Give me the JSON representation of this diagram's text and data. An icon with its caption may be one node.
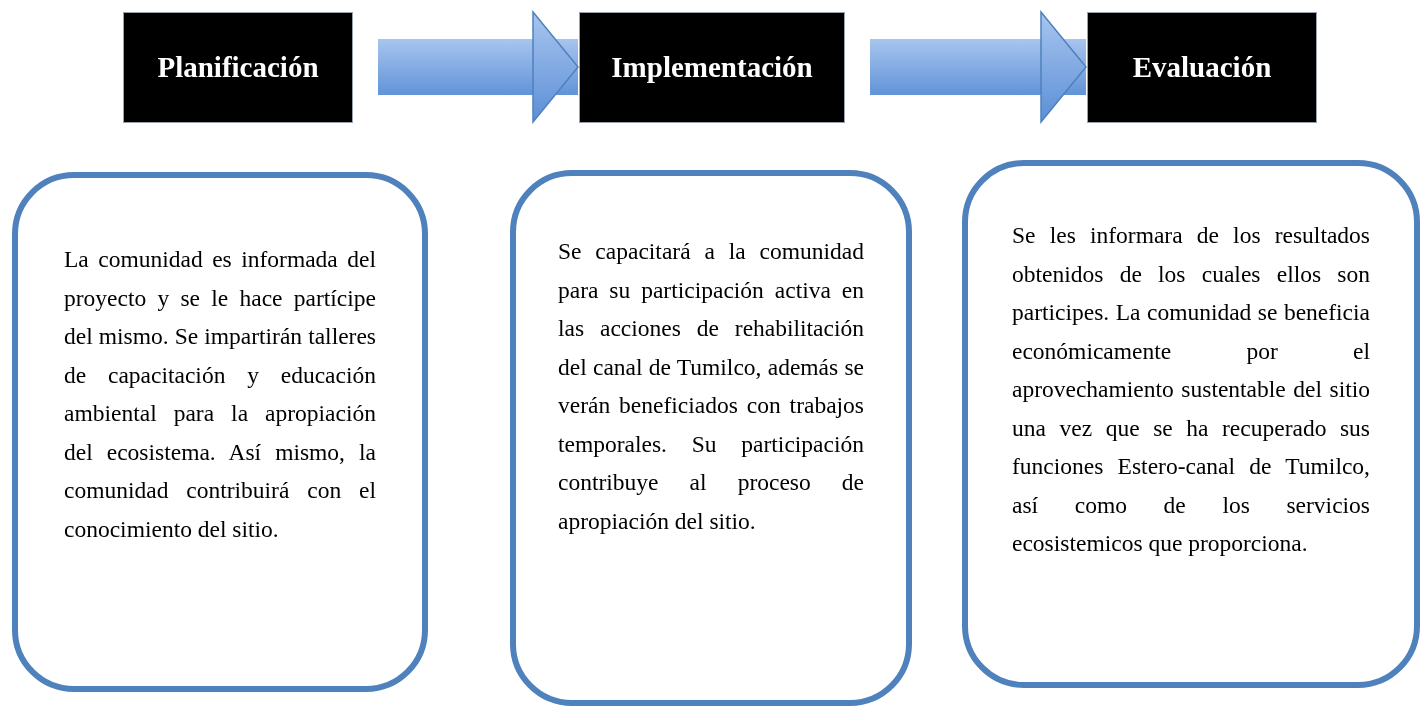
{
  "diagram": {
    "nodes": [
      {
        "text": [
          "Planificación"
        ]
      },
      {
        "text": [
          "Implementación"
        ]
      },
      {
        "text": [
          "Evaluación"
        ]
      },
      {
        "text": [
          "La comunidad es informada del proyecto y se le hace partícipe del mismo. Se impartirán talleres de capacitación y educación ambiental para la apropiación del ecosistema. Así mismo, la comunidad contribuirá con el conocimiento del sitio."
        ]
      },
      {
        "text": [
          "Se capacitará a la comunidad para su participación activa en las acciones de rehabilitación del canal de Tumilco, además se verán beneficiados con trabajos temporales. Su participación contribuye al proceso de apropiación del sitio."
        ]
      },
      {
        "text": [
          "Se les informara de los resultados obtenidos de los cuales ellos son participes. La comunidad se beneficia económicamente por el aprovechamiento sustentable del sitio una vez que se ha recuperado sus funciones Estero-canal de Tumilco, así como de los servicios ecosistemicos que proporciona."
        ]
      }
    ],
    "edges": [
      {
        "from": 0,
        "to": 1,
        "arrow": "to",
        "style": "thick"
      },
      {
        "from": 1,
        "to": 2,
        "arrow": "to",
        "style": "thick"
      }
    ]
  }
}
